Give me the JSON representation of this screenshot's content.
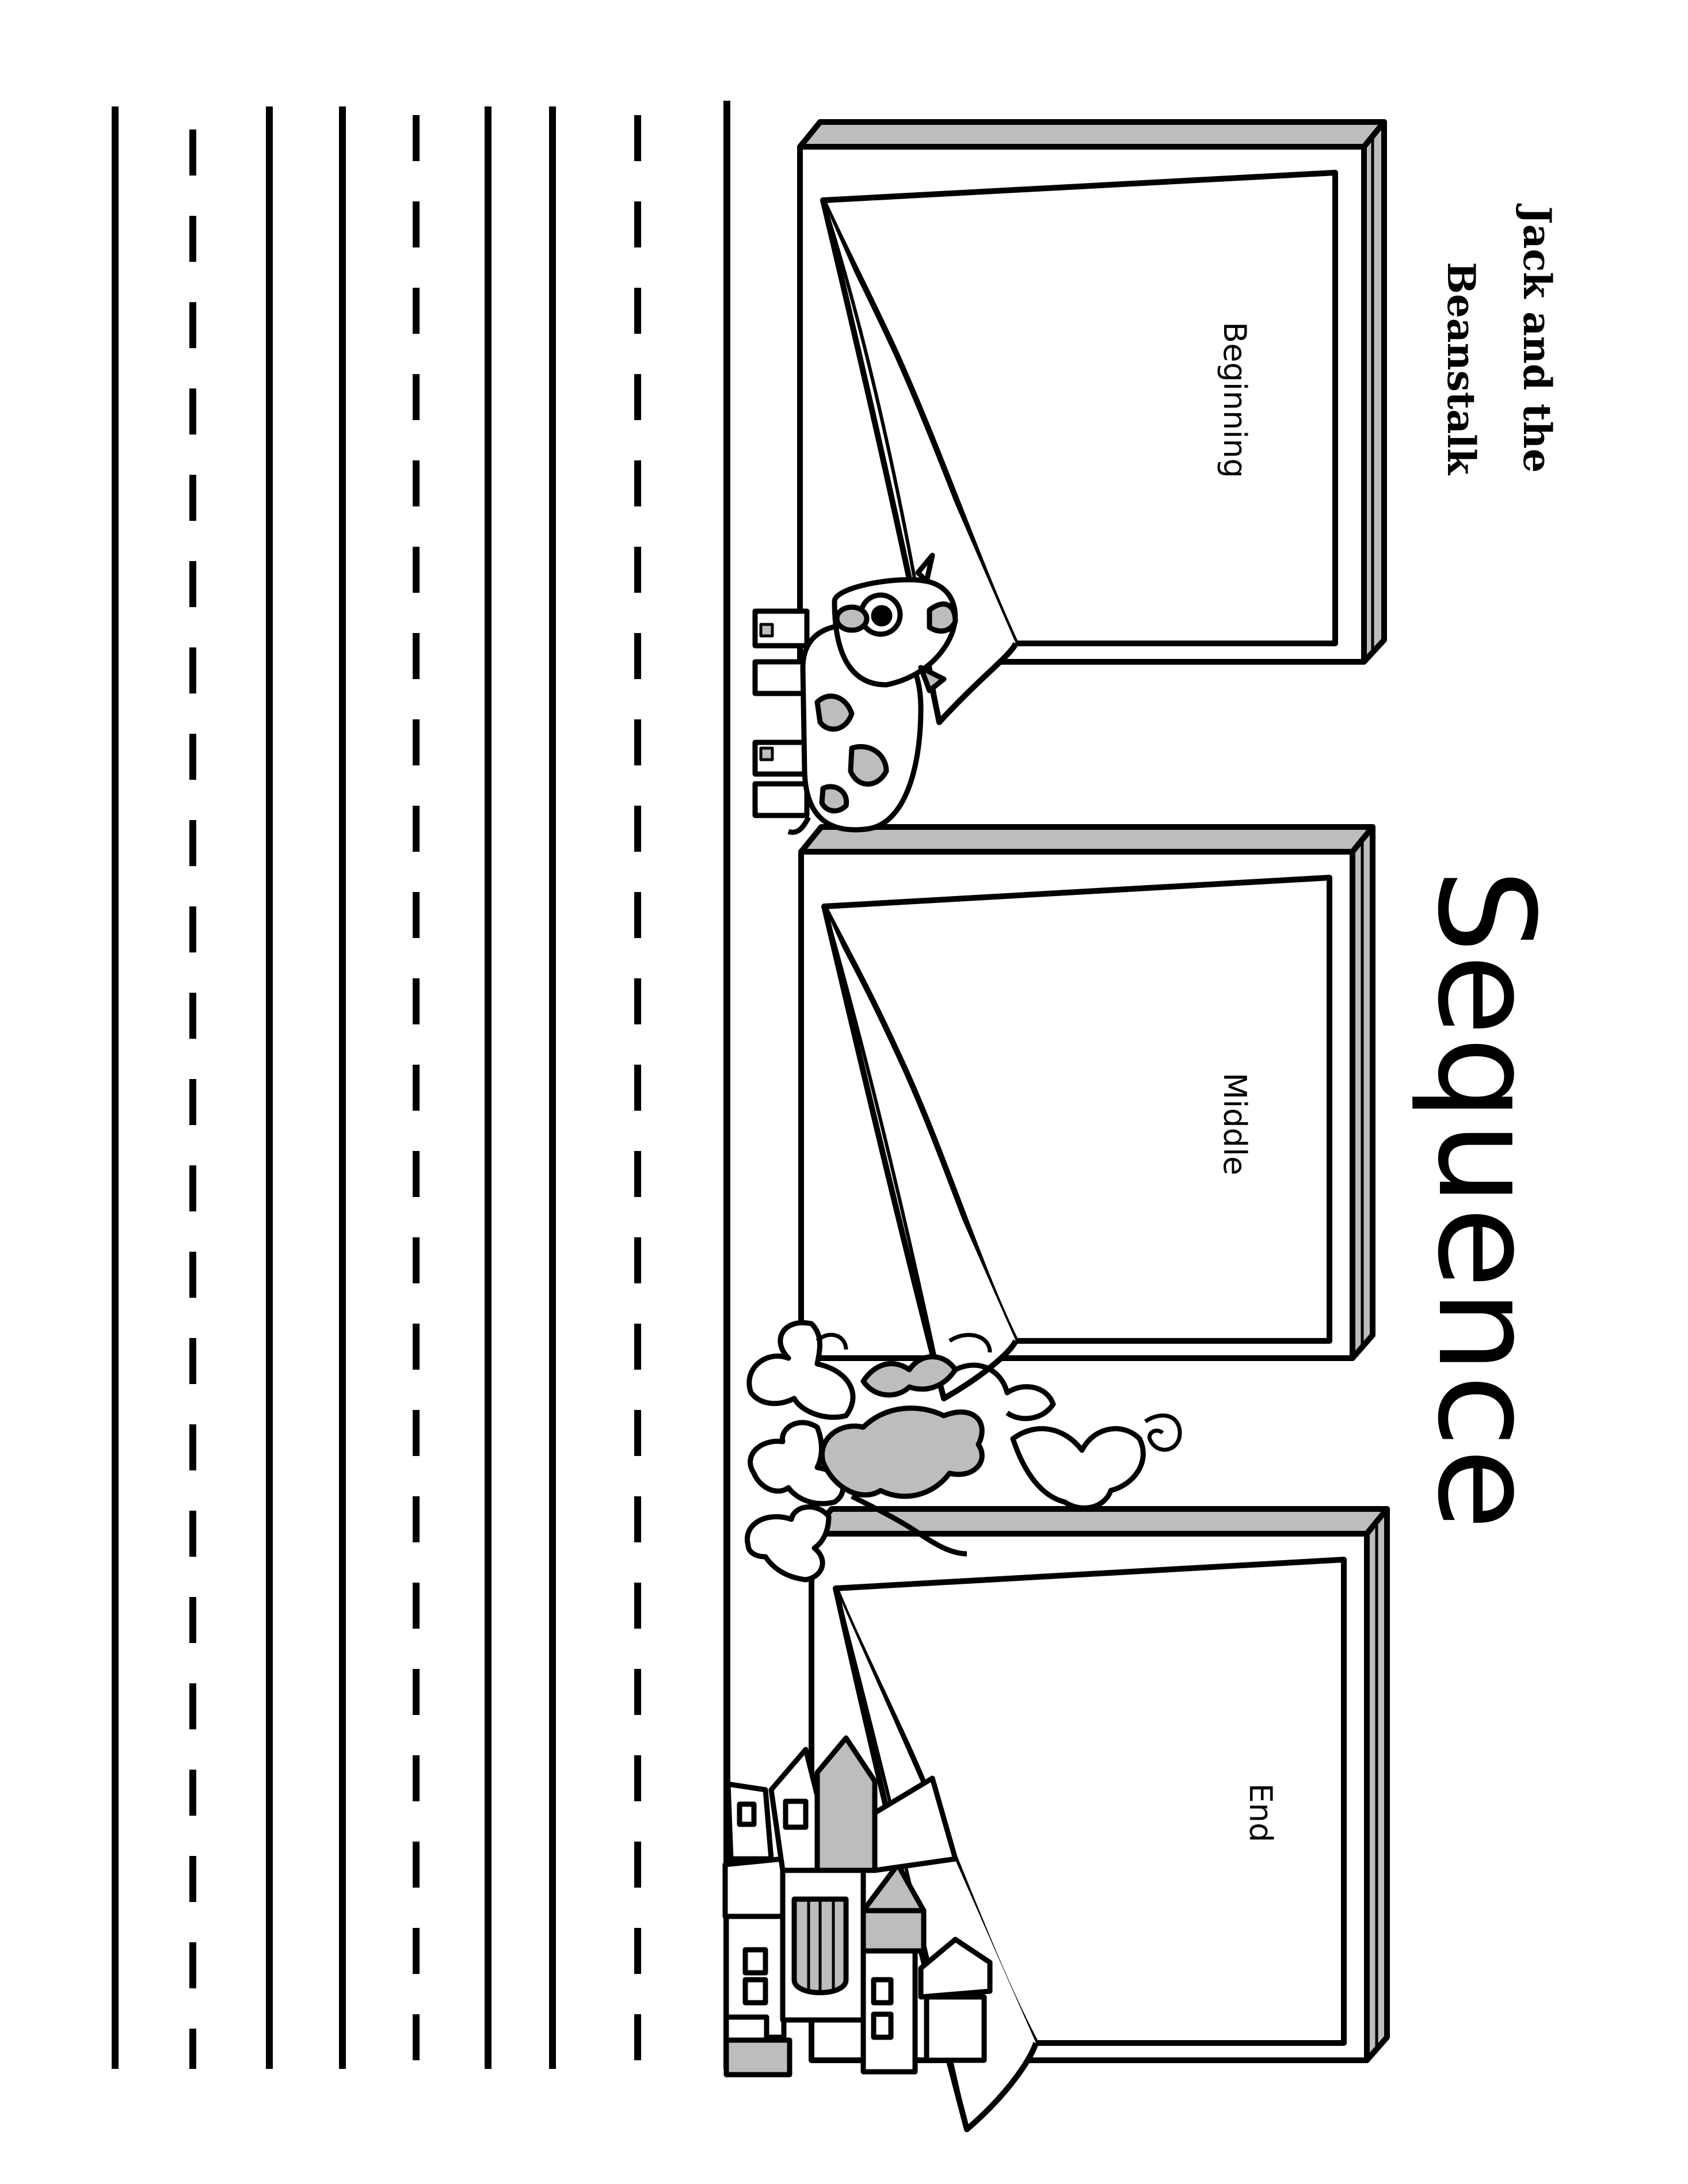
{
  "worksheet": {
    "title_line1": "Jack and the",
    "title_line2": "Beanstalk",
    "heading": "Sequence",
    "panels": [
      {
        "label": "Beginning",
        "illustration": "cow-icon"
      },
      {
        "label": "Middle",
        "illustration": "beanstalk-icon"
      },
      {
        "label": "End",
        "illustration": "castle-icon"
      }
    ],
    "writing_lines": {
      "solid_count": 6,
      "dashed_count": 3,
      "colors": {
        "ink": "#000000",
        "page_edge": "#bdbdbd",
        "paper": "#ffffff"
      }
    }
  }
}
